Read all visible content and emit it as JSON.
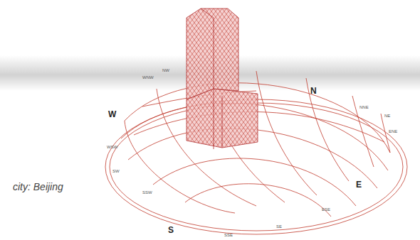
{
  "diagram": {
    "labels": [
      "city: Beijing",
      "W",
      "N",
      "E",
      "S",
      "WNW",
      "NW",
      "NNE",
      "NE",
      "ENE",
      "ESE",
      "SE",
      "SSE",
      "SSW",
      "SW",
      "WSW"
    ]
  }
}
